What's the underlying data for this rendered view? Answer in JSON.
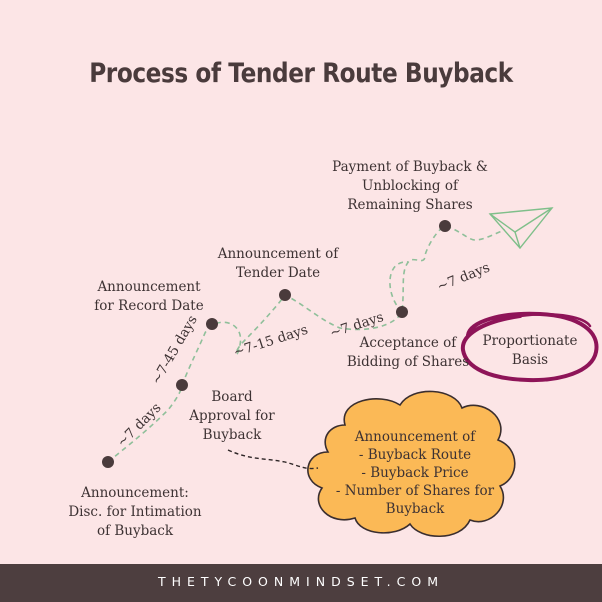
{
  "title": "Process of Tender Route Buyback",
  "steps": [
    {
      "label": [
        "Announcement:",
        "Disc. for Intimation",
        "of Buyback"
      ]
    },
    {
      "label": [
        "Board",
        "Approval for",
        "Buyback"
      ]
    },
    {
      "label": [
        "Announcement",
        "for Record Date"
      ]
    },
    {
      "label": [
        "Announcement of",
        "Tender Date"
      ]
    },
    {
      "label": [
        "Acceptance of",
        "Bidding of Shares"
      ]
    },
    {
      "label": [
        "Payment of Buyback &",
        "Unblocking of",
        "Remaining Shares"
      ]
    }
  ],
  "durations": [
    "~7 days",
    "~7-45 days",
    "~7-15 days",
    "~7 days",
    "~7 days"
  ],
  "proportionate": [
    "Proportionate",
    "Basis"
  ],
  "cloud": {
    "lines": [
      "Announcement of",
      "- Buyback Route",
      "- Buyback Price",
      "- Number of Shares for",
      "Buyback"
    ]
  },
  "footer": "THETYCOONMINDSET.COM",
  "colors": {
    "background": "#fce5e6",
    "node": "#4a3b3c",
    "path": "#8fbf9a",
    "ring": "#8e1458",
    "cloud": "#fbb956",
    "footer": "#4d3e3f"
  }
}
